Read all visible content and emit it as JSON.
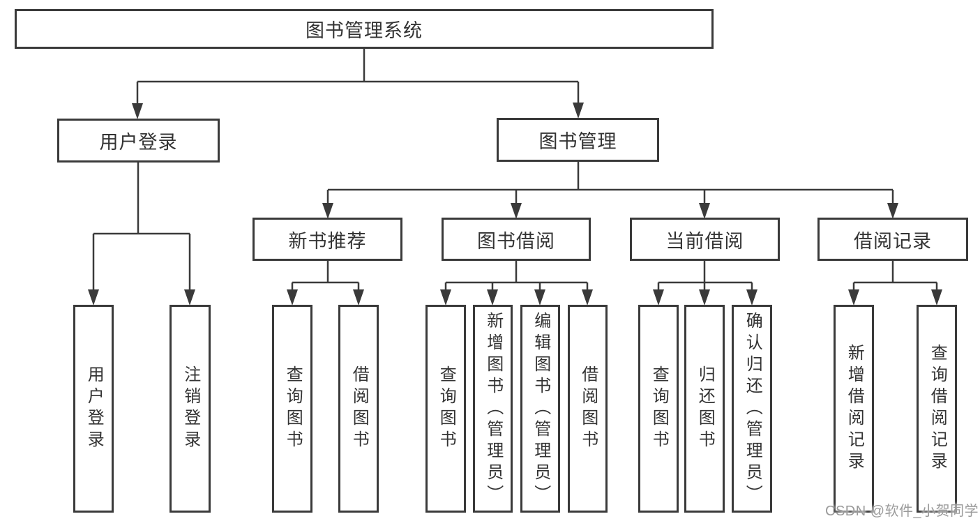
{
  "diagram": {
    "tree": {
      "label": "图书管理系统",
      "children": [
        {
          "label": "用户登录",
          "children": [
            {
              "label": "用户登录"
            },
            {
              "label": "注销登录"
            }
          ]
        },
        {
          "label": "图书管理",
          "children": [
            {
              "label": "新书推荐",
              "children": [
                {
                  "label": "查询图书"
                },
                {
                  "label": "借阅图书"
                }
              ]
            },
            {
              "label": "图书借阅",
              "children": [
                {
                  "label": "查询图书"
                },
                {
                  "label": "新增图书（管理员）"
                },
                {
                  "label": "编辑图书（管理员）"
                },
                {
                  "label": "借阅图书"
                }
              ]
            },
            {
              "label": "当前借阅",
              "children": [
                {
                  "label": "查询图书"
                },
                {
                  "label": "归还图书"
                },
                {
                  "label": "确认归还（管理员）"
                }
              ]
            },
            {
              "label": "借阅记录",
              "children": [
                {
                  "label": "新增借阅记录"
                },
                {
                  "label": "查询借阅记录"
                }
              ]
            }
          ]
        }
      ]
    },
    "colors": {
      "line": "#3a3a3a",
      "text": "#333333",
      "background": "#ffffff",
      "watermark_text": "#9a9a9a"
    }
  },
  "watermark": {
    "text": "CSDN @软件_小贺同学"
  }
}
